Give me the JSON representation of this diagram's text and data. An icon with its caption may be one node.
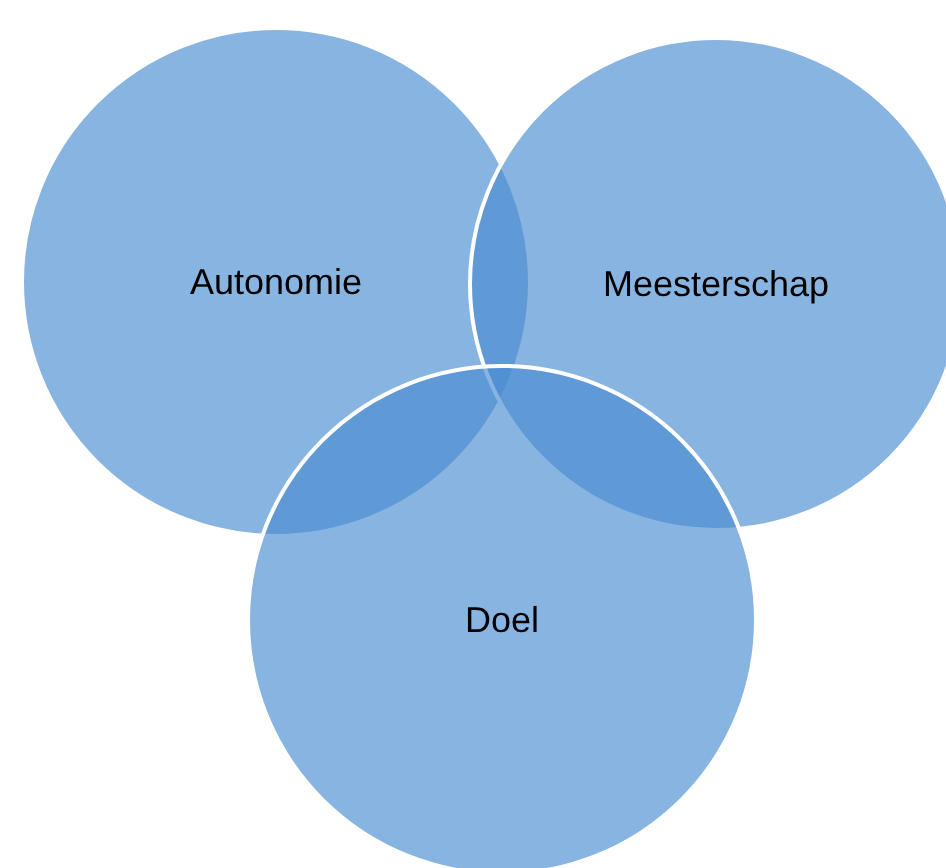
{
  "diagram": {
    "nodes": [
      {
        "text": [
          "Autonomie"
        ]
      },
      {
        "text": [
          "Meesterschap"
        ]
      },
      {
        "text": [
          "Doel"
        ]
      }
    ]
  }
}
